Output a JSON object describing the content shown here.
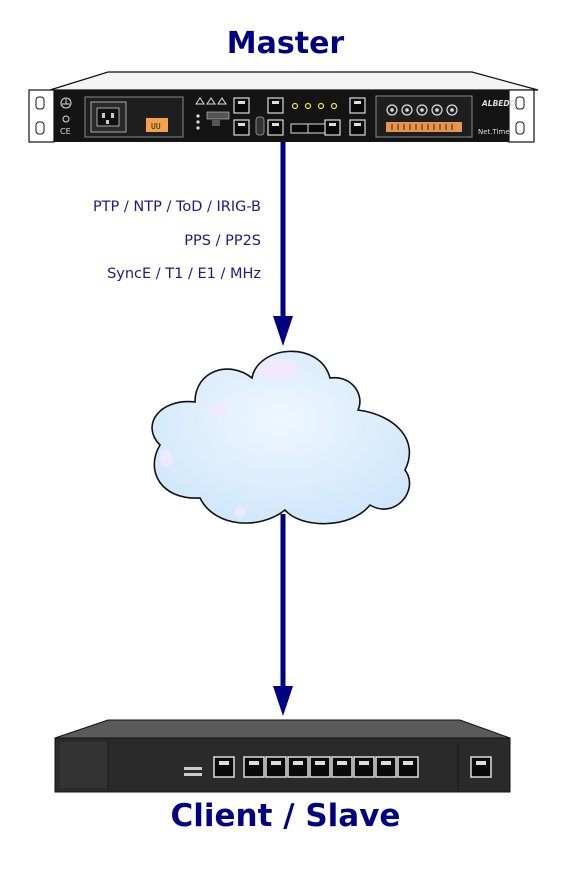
{
  "diagram": {
    "master_label": "Master",
    "client_label": "Client / Slave",
    "signals": [
      "PTP / NTP / ToD / IRIG-B",
      "PPS / PP2S",
      "SyncE / T1 / E1 / MHz"
    ],
    "device_brand": "ALBEDO",
    "device_model": "Net.Time",
    "psu_label": "UU",
    "colors": {
      "title": "#000080",
      "arrow": "#000080",
      "signal_text": "#1c1c80",
      "cloud_fill": "#d4eafc",
      "device_body": "#1a1a1a"
    },
    "icons": [
      "ground-icon",
      "ce-mark-icon",
      "power-inlet-icon",
      "cloud-icon",
      "rj45-port-icon",
      "bnc-connector-icon"
    ]
  }
}
